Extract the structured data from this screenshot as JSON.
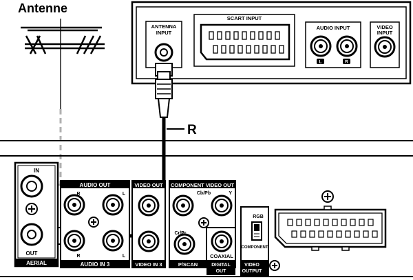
{
  "antenna": {
    "title": "Antenne"
  },
  "cable": {
    "label": "R"
  },
  "tv": {
    "antenna_input": [
      "ANTENNA",
      "INPUT"
    ],
    "scart_input": "SCART INPUT",
    "audio_input": "AUDIO INPUT",
    "audio_left_badge": "L",
    "audio_right_badge": "R",
    "video_input": [
      "VIDEO",
      "INPUT"
    ]
  },
  "player": {
    "aerial_in": "IN",
    "aerial_out": "OUT",
    "aerial": "AERIAL",
    "audio_out": "AUDIO OUT",
    "audio_out_r": "R",
    "audio_out_l": "L",
    "audio_in3": "AUDIO IN 3",
    "audio_in3_r": "R",
    "audio_in3_l": "L",
    "video_out": "VIDEO OUT",
    "video_in3": "VIDEO IN 3",
    "component_video_out": "COMPONENT VIDEO OUT",
    "cb_pb": "Cb/Pb",
    "y": "Y",
    "cr_pr": "Cr/Pr",
    "p_scan": "P/SCAN",
    "coaxial": "COAXIAL",
    "digital_out": [
      "DIGITAL",
      "OUT"
    ],
    "rgb": "RGB",
    "component": "COMPONENT",
    "video_output": [
      "VIDEO",
      "OUTPUT"
    ]
  },
  "colors": {
    "ink": "#000000",
    "panel": "#ffffff",
    "shade": "#bfbfbf",
    "dashed": "#b0b0b0"
  }
}
